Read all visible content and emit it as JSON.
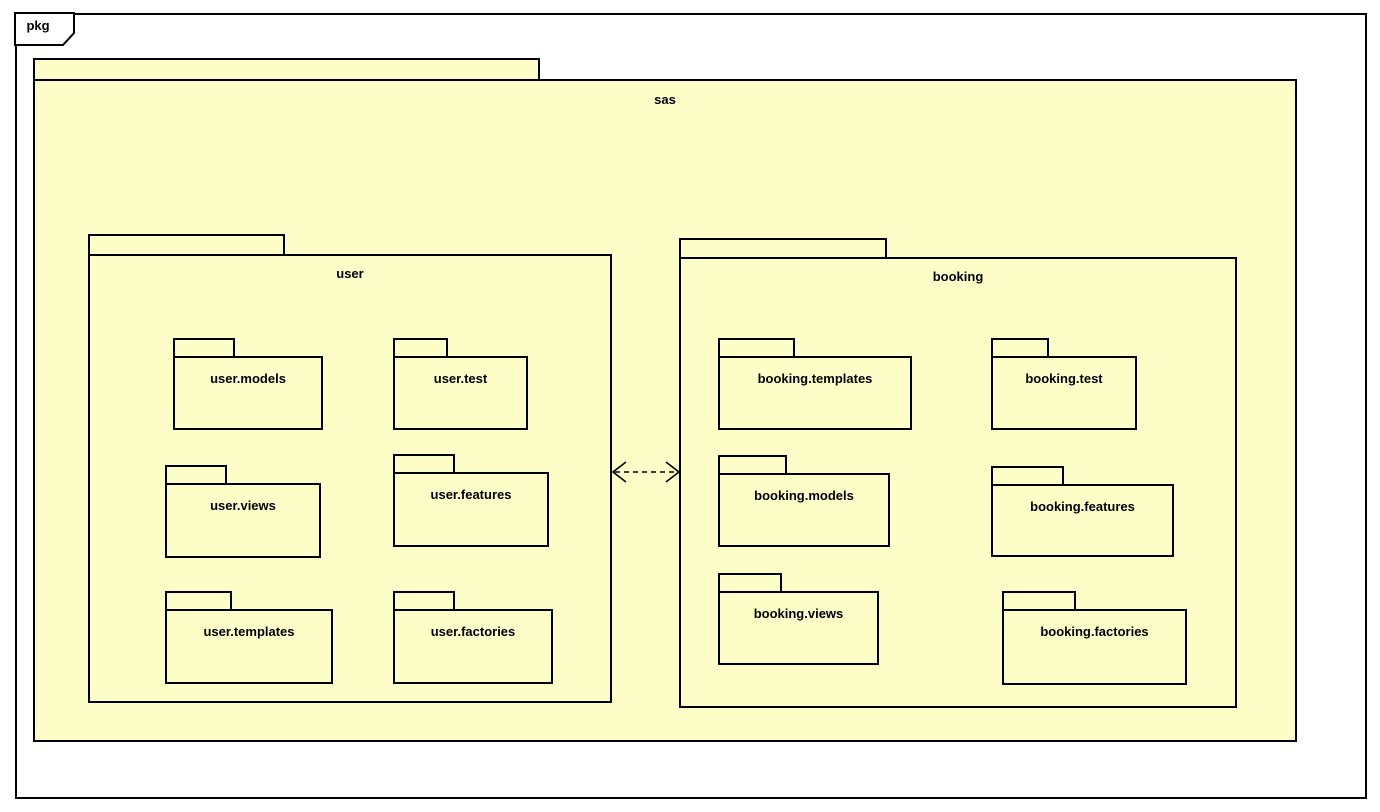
{
  "frame": {
    "label": "pkg"
  },
  "colors": {
    "fill": "#FDFDC8",
    "border": "#000000",
    "background": "#FFFFFF"
  },
  "diagram": {
    "root": {
      "name": "sas"
    },
    "packages": [
      {
        "name": "user",
        "subpackages": [
          {
            "name": "user.models"
          },
          {
            "name": "user.test"
          },
          {
            "name": "user.views"
          },
          {
            "name": "user.features"
          },
          {
            "name": "user.templates"
          },
          {
            "name": "user.factories"
          }
        ]
      },
      {
        "name": "booking",
        "subpackages": [
          {
            "name": "booking.templates"
          },
          {
            "name": "booking.test"
          },
          {
            "name": "booking.models"
          },
          {
            "name": "booking.features"
          },
          {
            "name": "booking.views"
          },
          {
            "name": "booking.factories"
          }
        ]
      }
    ],
    "relation": {
      "from": "user",
      "to": "booking",
      "line_style": "dashed",
      "arrowheads": "open-both-ends"
    }
  }
}
